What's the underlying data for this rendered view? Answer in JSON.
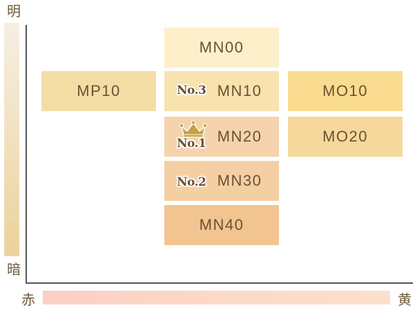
{
  "axes": {
    "top": "明",
    "bottom": "暗",
    "left": "赤",
    "right": "黄"
  },
  "swatches": {
    "mn00": "MN00",
    "mp10": "MP10",
    "mn10": "MN10",
    "mo10": "MO10",
    "mn20": "MN20",
    "mo20": "MO20",
    "mn30": "MN30",
    "mn40": "MN40"
  },
  "ranks": {
    "mn10": "No.3",
    "mn20": "No.1",
    "mn30": "No.2"
  },
  "colors": {
    "mn00": "#fcefc9",
    "mp10": "#f4dda5",
    "mn10": "#f8e2ad",
    "mo10": "#f9dc90",
    "mn20": "#f5d3ad",
    "mo20": "#f6d89c",
    "mn30": "#f5cfa4",
    "mn40": "#f1c490",
    "crown": "#c8a040"
  },
  "icons": {
    "crown": "crown-icon"
  }
}
